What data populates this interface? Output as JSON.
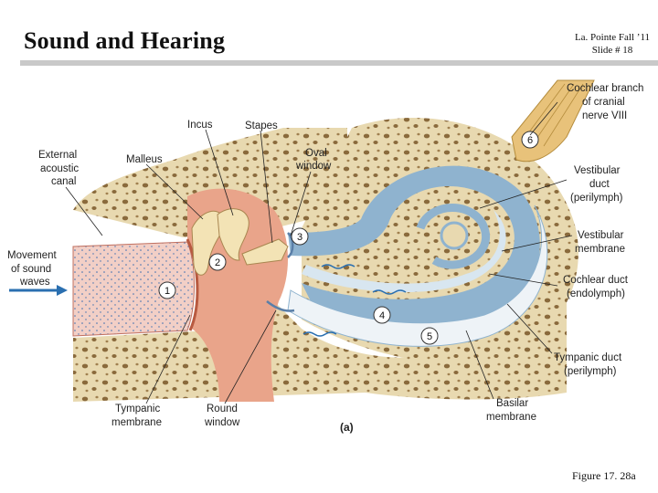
{
  "slide": {
    "title": "Sound and Hearing",
    "course_line1": "La. Pointe Fall ’11",
    "course_line2": "Slide # 18",
    "figure_ref": "Figure 17. 28a"
  },
  "diagram": {
    "panel_label": "(a)",
    "labels": {
      "external_canal": [
        "External",
        "acoustic",
        "canal"
      ],
      "movement": [
        "Movement",
        "of sound",
        "waves"
      ],
      "malleus": "Malleus",
      "incus": "Incus",
      "stapes": "Stapes",
      "oval_window": [
        "Oval",
        "window"
      ],
      "cochlear_branch": [
        "Cochlear branch",
        "of cranial",
        "nerve VIII"
      ],
      "vestibular_duct": [
        "Vestibular",
        "duct",
        "(perilymph)"
      ],
      "vestibular_membrane": [
        "Vestibular",
        "membrane"
      ],
      "cochlear_duct": [
        "Cochlear duct",
        "(endolymph)"
      ],
      "tympanic_duct": [
        "Tympanic duct",
        "(perilymph)"
      ],
      "basilar_membrane": [
        "Basilar",
        "membrane"
      ],
      "tympanic_membrane": [
        "Tympanic",
        "membrane"
      ],
      "round_window": [
        "Round",
        "window"
      ]
    },
    "steps": [
      "1",
      "2",
      "3",
      "4",
      "5",
      "6"
    ],
    "colors": {
      "bone": "#e8d9b0",
      "bone_pore": "#8a6a3c",
      "tissue": "#e9a48a",
      "duct_blue": "#8fb3cf",
      "duct_light": "#d8e6f0",
      "canal_pink": "#f2cfc6",
      "nerve": "#e8c27a",
      "arrow_blue": "#2a6fb0"
    }
  }
}
